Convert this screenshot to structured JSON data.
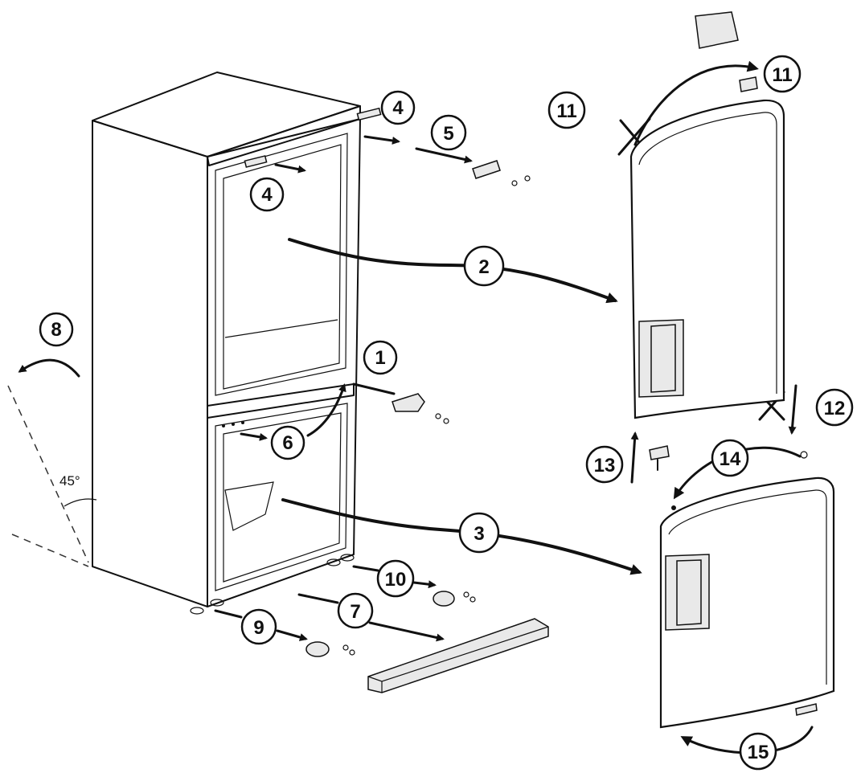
{
  "steps": [
    {
      "id": "1",
      "label": "1"
    },
    {
      "id": "2",
      "label": "2"
    },
    {
      "id": "3",
      "label": "3"
    },
    {
      "id": "4a",
      "label": "4"
    },
    {
      "id": "4b",
      "label": "4"
    },
    {
      "id": "5",
      "label": "5"
    },
    {
      "id": "6",
      "label": "6"
    },
    {
      "id": "7",
      "label": "7"
    },
    {
      "id": "8",
      "label": "8"
    },
    {
      "id": "9",
      "label": "9"
    },
    {
      "id": "10",
      "label": "10"
    },
    {
      "id": "11a",
      "label": "11"
    },
    {
      "id": "11b",
      "label": "11"
    },
    {
      "id": "12",
      "label": "12"
    },
    {
      "id": "13",
      "label": "13"
    },
    {
      "id": "14",
      "label": "14"
    },
    {
      "id": "15",
      "label": "15"
    }
  ],
  "tilt_angle": "45°"
}
